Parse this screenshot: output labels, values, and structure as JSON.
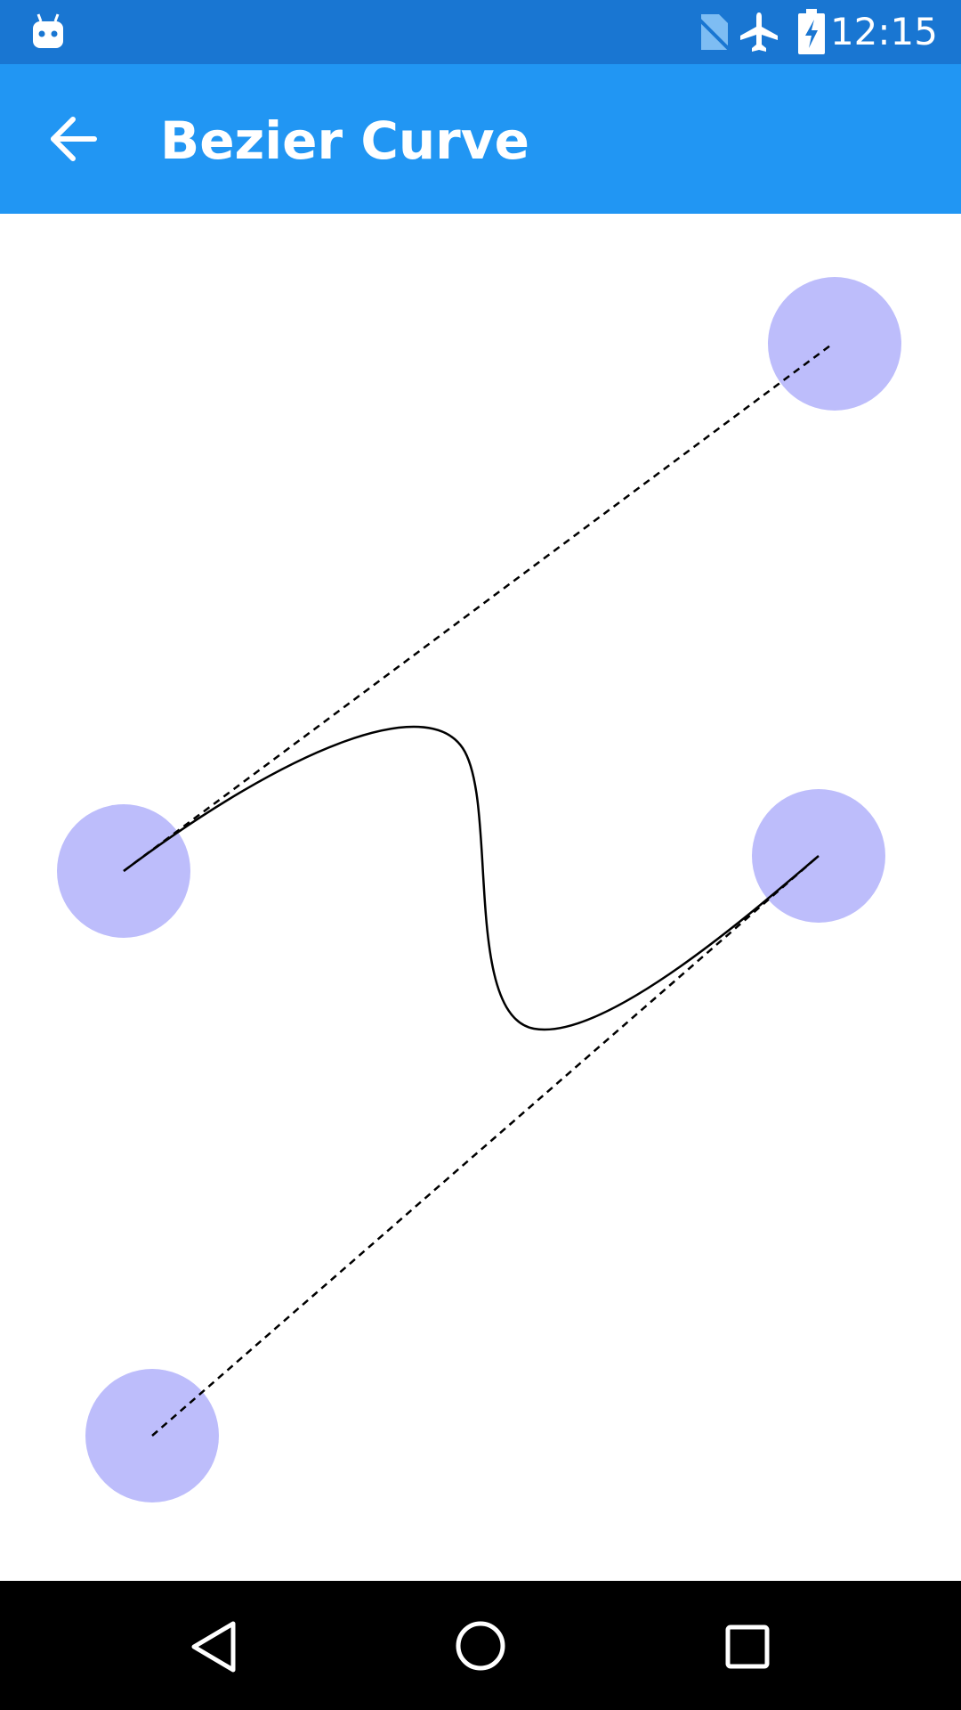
{
  "status_bar": {
    "time": "12:15",
    "icons": [
      "android-debug-icon",
      "no-sim-icon",
      "airplane-mode-icon",
      "battery-charging-icon"
    ],
    "background": "#1976D2"
  },
  "app_bar": {
    "title": "Bezier Curve",
    "back_icon": "arrow-left-icon",
    "background": "#2196F3"
  },
  "canvas": {
    "handle_color": "#BDBDFB",
    "curve_color": "#000000",
    "guide_style": "dashed",
    "points": [
      {
        "name": "start-point"
      },
      {
        "name": "control-point-1"
      },
      {
        "name": "control-point-2"
      },
      {
        "name": "end-point"
      }
    ]
  },
  "nav_bar": {
    "icons": [
      "back-triangle-icon",
      "home-circle-icon",
      "recents-square-icon"
    ],
    "background": "#000000"
  }
}
